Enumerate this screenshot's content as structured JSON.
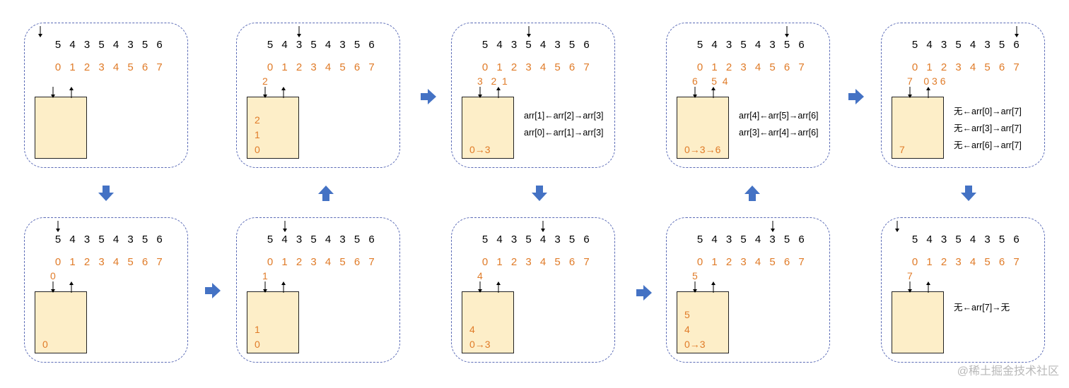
{
  "array_values": [
    "5",
    "4",
    "3",
    "5",
    "4",
    "3",
    "5",
    "6"
  ],
  "indices": [
    "0",
    "1",
    "2",
    "3",
    "4",
    "5",
    "6",
    "7"
  ],
  "panels": [
    {
      "pointer_index": -1,
      "below": "",
      "stack": [],
      "links": []
    },
    {
      "pointer_index": 0,
      "below": "0",
      "stack": [
        "0"
      ],
      "links": []
    },
    {
      "pointer_index": 1,
      "below": "1",
      "stack": [
        "1",
        "0"
      ],
      "links": []
    },
    {
      "pointer_index": 2,
      "below": "2",
      "stack": [
        "2",
        "1",
        "0"
      ],
      "links": []
    },
    {
      "pointer_index": 3,
      "below": "3   2  1",
      "stack": [
        "0→3"
      ],
      "links": [
        "arr[1]←arr[2]→arr[3]",
        "arr[0]←arr[1]→arr[3]"
      ]
    },
    {
      "pointer_index": 4,
      "below": "4",
      "stack": [
        "4",
        "0→3"
      ],
      "links": []
    },
    {
      "pointer_index": 5,
      "below": "5",
      "stack": [
        "5",
        "4",
        "0→3"
      ],
      "links": []
    },
    {
      "pointer_index": 6,
      "below": "6     5  4",
      "stack": [
        "0→3→6"
      ],
      "links": [
        "arr[4]←arr[5]→arr[6]",
        "arr[3]←arr[4]→arr[6]"
      ]
    },
    {
      "pointer_index": 7,
      "below": "7    0 3 6",
      "stack": [
        "7"
      ],
      "links": [
        "无←arr[0]→arr[7]",
        "无←arr[3]→arr[7]",
        "无←arr[6]→arr[7]"
      ]
    },
    {
      "pointer_index": -1,
      "below": "7",
      "stack": [],
      "links": [
        "无←arr[7]→无"
      ]
    }
  ],
  "watermark": "@稀土掘金技术社区",
  "colors": {
    "index": "#e07b28",
    "stack_fill": "#fdeec8",
    "border": "#5b6bb6",
    "arrow": "#4472c4"
  }
}
